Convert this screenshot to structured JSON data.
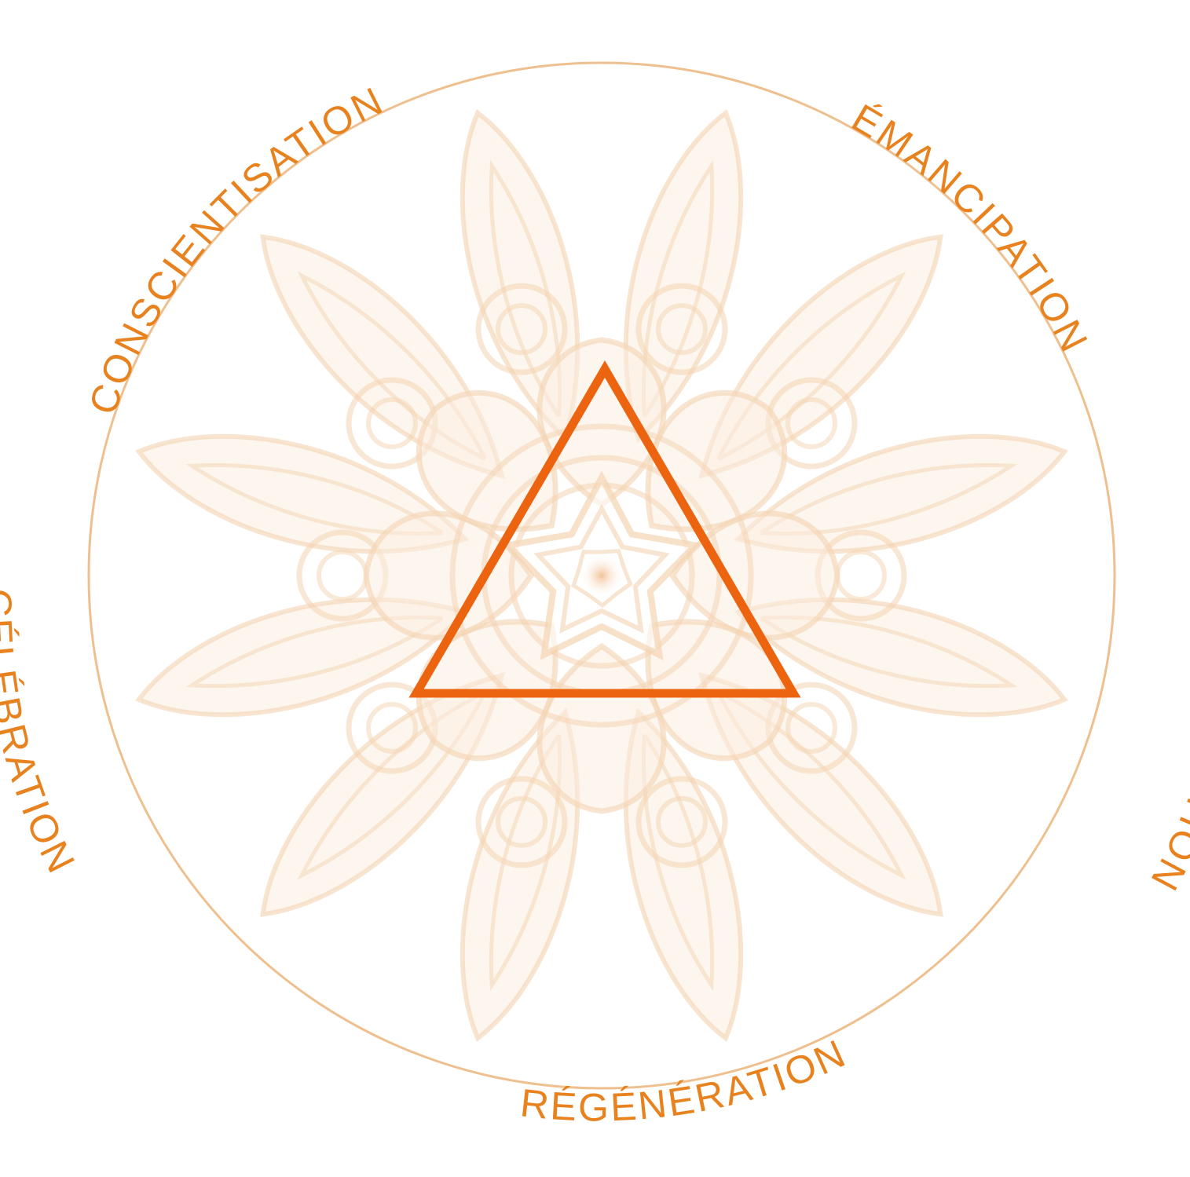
{
  "colors": {
    "accent": "#e8821e",
    "triangle": "#ec6410",
    "circle": "#efc08f",
    "mandala": "#f4d4b2",
    "mandala_fill": "#fbeee0",
    "background": "#ffffff"
  },
  "labels": {
    "conscientisation": "CONSCIENTISATION",
    "emancipation": "ÉMANCIPATION",
    "syntonisation": "SYNTONISATION",
    "regeneration": "RÉGÉNÉRATION",
    "celebration": "CÉLÉBRATION"
  },
  "decorations": {
    "background_icon": "mandala-icon",
    "center_icon": "triangle-icon"
  }
}
